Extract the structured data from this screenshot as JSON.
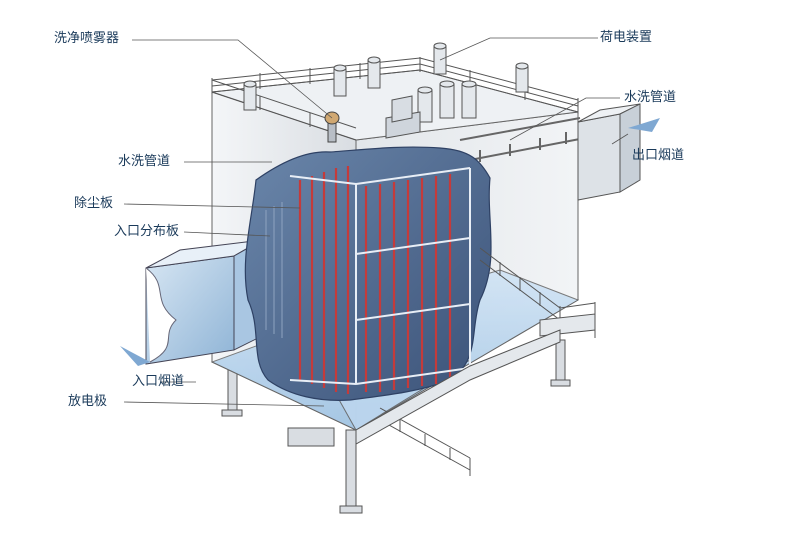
{
  "labels": {
    "spray_device": "洗净喷雾器",
    "charging_device": "荷电装置",
    "wash_pipe_right": "水洗管道",
    "wash_pipe_left": "水洗管道",
    "outlet_flue": "出口烟道",
    "dust_plate": "除尘板",
    "inlet_distribution_plate": "入口分布板",
    "inlet_flue": "入口烟道",
    "discharge_electrode": "放电极"
  }
}
